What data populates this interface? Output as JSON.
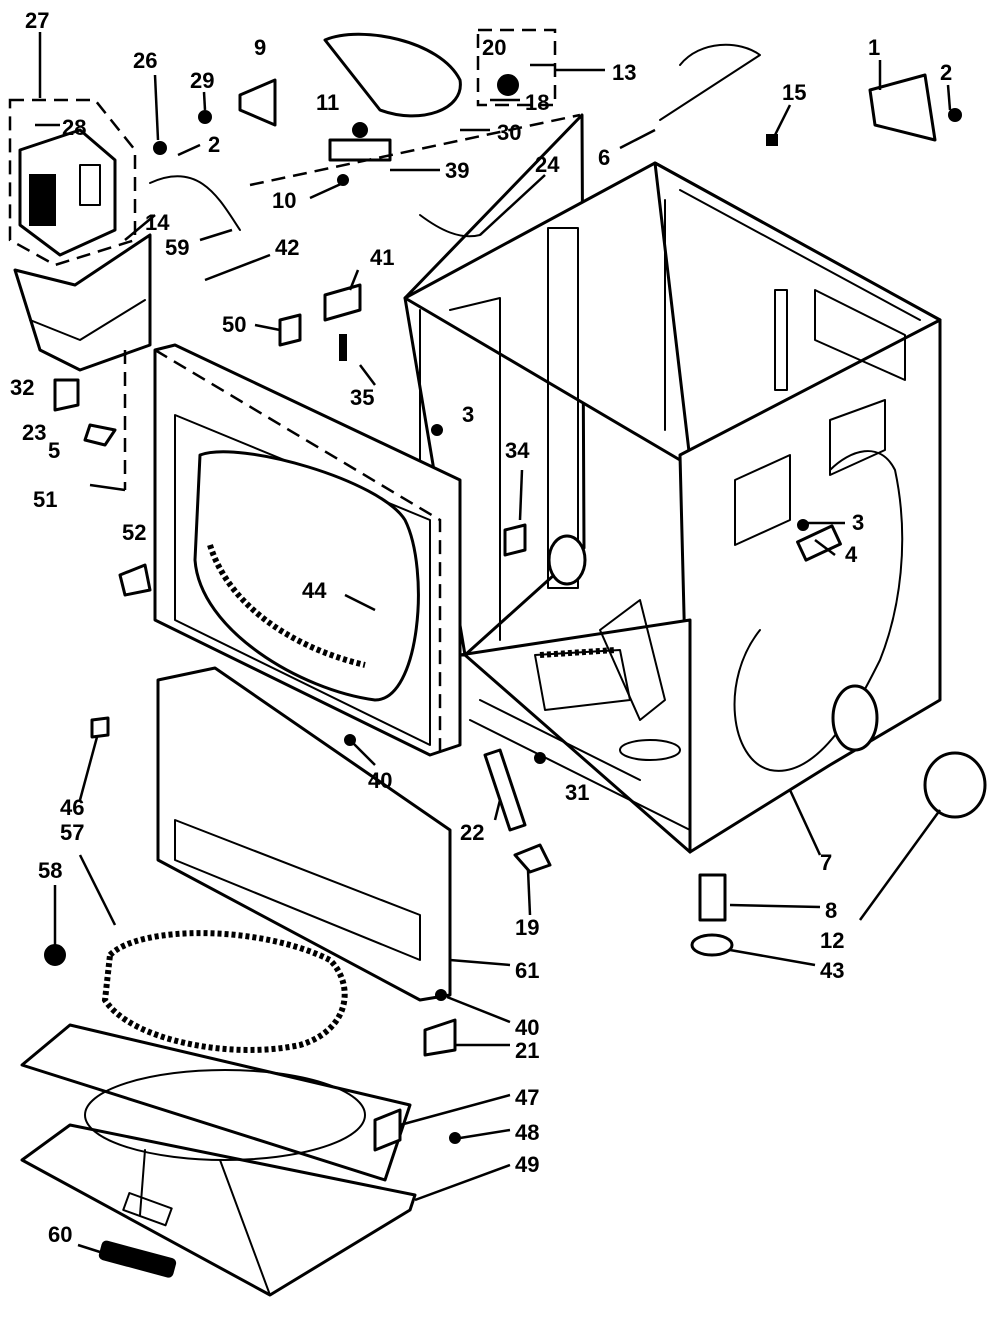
{
  "diagram": {
    "callouts": [
      {
        "id": "c27",
        "text": "27"
      },
      {
        "id": "c26",
        "text": "26"
      },
      {
        "id": "c29",
        "text": "29"
      },
      {
        "id": "c9",
        "text": "9"
      },
      {
        "id": "c20",
        "text": "20"
      },
      {
        "id": "c13",
        "text": "13"
      },
      {
        "id": "c18",
        "text": "18"
      },
      {
        "id": "c1",
        "text": "1"
      },
      {
        "id": "c2a",
        "text": "2"
      },
      {
        "id": "c28",
        "text": "28"
      },
      {
        "id": "c2b",
        "text": "2"
      },
      {
        "id": "c11",
        "text": "11"
      },
      {
        "id": "c30",
        "text": "30"
      },
      {
        "id": "c15",
        "text": "15"
      },
      {
        "id": "c6",
        "text": "6"
      },
      {
        "id": "c39",
        "text": "39"
      },
      {
        "id": "c10",
        "text": "10"
      },
      {
        "id": "c24",
        "text": "24"
      },
      {
        "id": "c14",
        "text": "14"
      },
      {
        "id": "c59",
        "text": "59"
      },
      {
        "id": "c42",
        "text": "42"
      },
      {
        "id": "c41",
        "text": "41"
      },
      {
        "id": "c50",
        "text": "50"
      },
      {
        "id": "c35",
        "text": "35"
      },
      {
        "id": "c32",
        "text": "32"
      },
      {
        "id": "c23",
        "text": "23"
      },
      {
        "id": "c5",
        "text": "5"
      },
      {
        "id": "c51",
        "text": "51"
      },
      {
        "id": "c3a",
        "text": "3"
      },
      {
        "id": "c34",
        "text": "34"
      },
      {
        "id": "c52",
        "text": "52"
      },
      {
        "id": "c3b",
        "text": "3"
      },
      {
        "id": "c4",
        "text": "4"
      },
      {
        "id": "c44",
        "text": "44"
      },
      {
        "id": "c46",
        "text": "46"
      },
      {
        "id": "c40a",
        "text": "40"
      },
      {
        "id": "c22",
        "text": "22"
      },
      {
        "id": "c31",
        "text": "31"
      },
      {
        "id": "c57",
        "text": "57"
      },
      {
        "id": "c7",
        "text": "7"
      },
      {
        "id": "c58",
        "text": "58"
      },
      {
        "id": "c8",
        "text": "8"
      },
      {
        "id": "c19",
        "text": "19"
      },
      {
        "id": "c12",
        "text": "12"
      },
      {
        "id": "c61",
        "text": "61"
      },
      {
        "id": "c43",
        "text": "43"
      },
      {
        "id": "c40b",
        "text": "40"
      },
      {
        "id": "c21",
        "text": "21"
      },
      {
        "id": "c47",
        "text": "47"
      },
      {
        "id": "c48",
        "text": "48"
      },
      {
        "id": "c49",
        "text": "49"
      },
      {
        "id": "c60",
        "text": "60"
      }
    ]
  }
}
